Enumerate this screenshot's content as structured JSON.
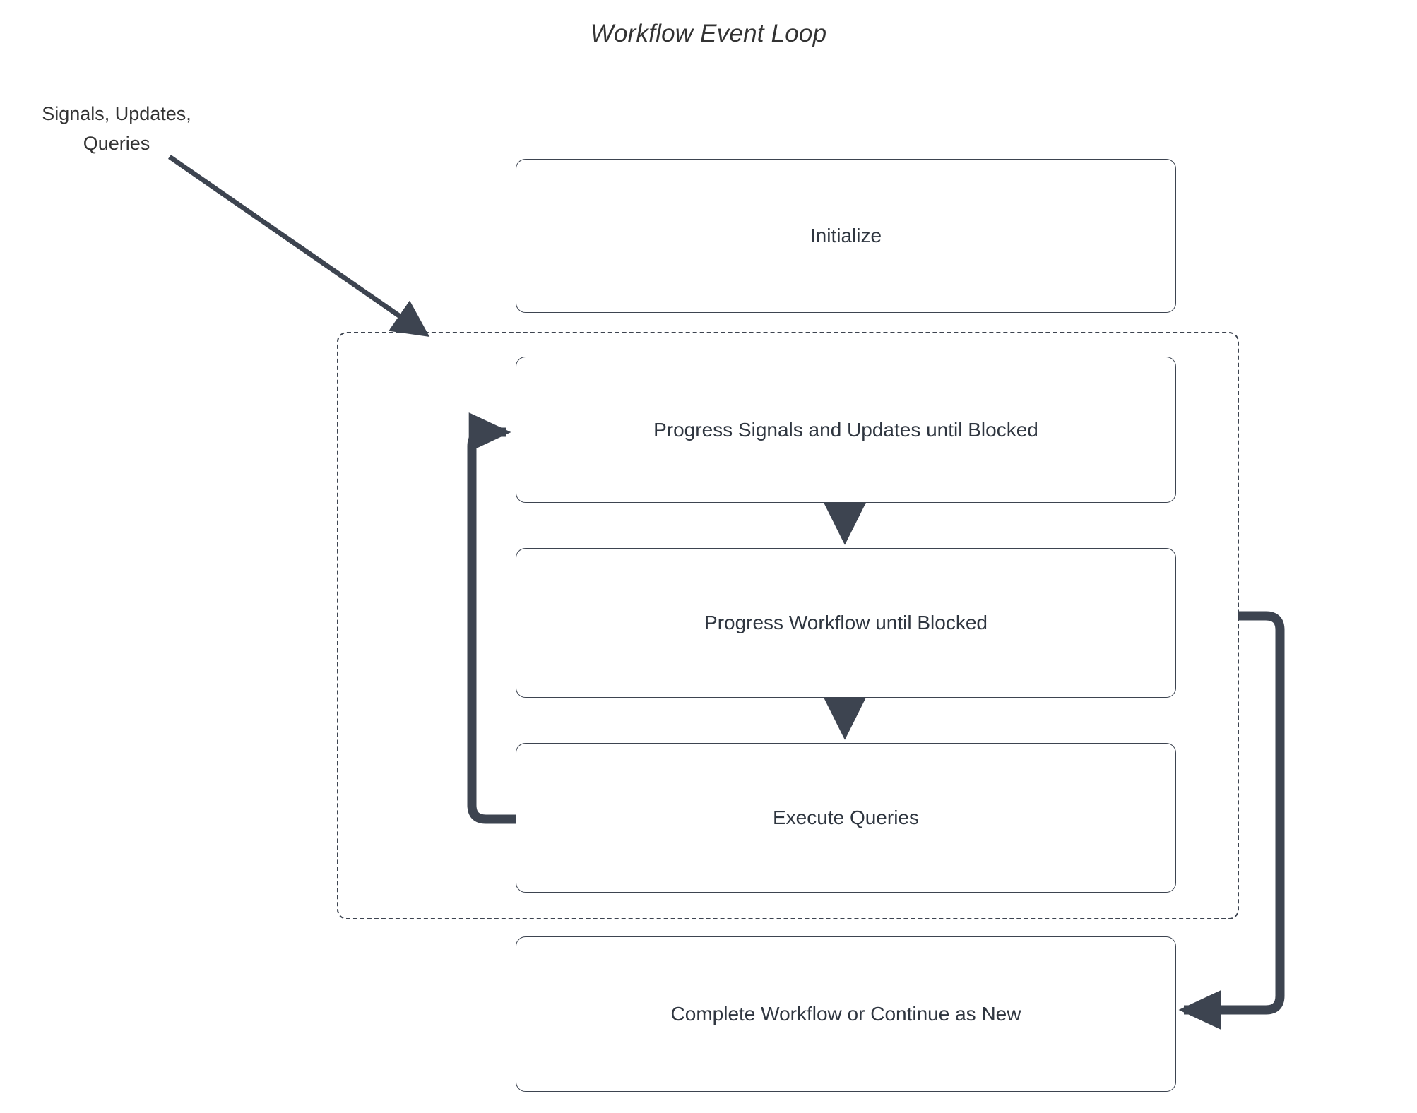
{
  "diagram": {
    "title": "Workflow Event Loop",
    "type": "flowchart",
    "background_color": "#ffffff",
    "line_color": "#3d4450",
    "text_color": "#333333",
    "external_input_label_line1": "Signals, Updates,",
    "external_input_label_line2": "Queries",
    "nodes": [
      {
        "id": "initialize",
        "label": "Initialize"
      },
      {
        "id": "progress-signals",
        "label": "Progress Signals and Updates until Blocked"
      },
      {
        "id": "progress-workflow",
        "label": "Progress Workflow until Blocked"
      },
      {
        "id": "execute-queries",
        "label": "Execute Queries"
      },
      {
        "id": "complete-workflow",
        "label": "Complete Workflow or Continue as New"
      }
    ],
    "loop_group": {
      "id": "event-loop-group",
      "style": "dashed",
      "members": [
        "progress-signals",
        "progress-workflow",
        "execute-queries"
      ]
    },
    "edges": [
      {
        "from": "external-input",
        "to": "event-loop-group",
        "style": "solid-arrow"
      },
      {
        "from": "progress-signals",
        "to": "progress-workflow",
        "style": "solid-arrow"
      },
      {
        "from": "progress-workflow",
        "to": "execute-queries",
        "style": "solid-arrow"
      },
      {
        "from": "execute-queries",
        "to": "progress-signals",
        "style": "thick-loop-back-left"
      },
      {
        "from": "event-loop-group",
        "to": "complete-workflow",
        "style": "thick-loop-back-right"
      }
    ]
  }
}
